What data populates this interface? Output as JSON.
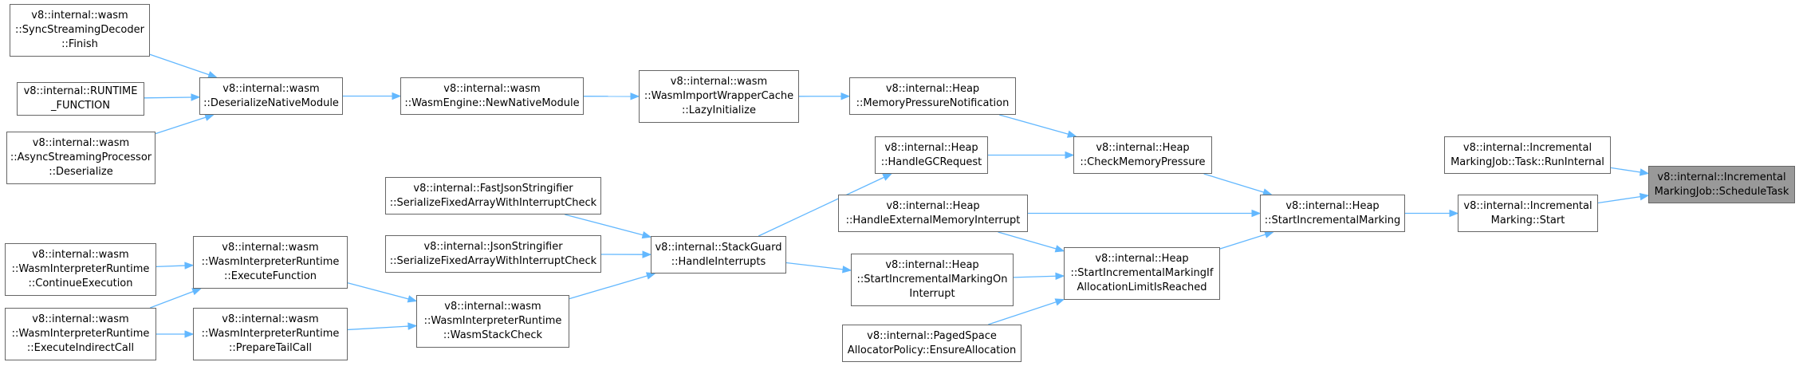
{
  "colors": {
    "edge": "#63b8ff",
    "node_border": "#666666",
    "node_fill": "#ffffff",
    "focus_fill": "#999999"
  },
  "nodes": [
    {
      "id": "n01",
      "name": "node-sync-streaming-decoder-finish",
      "lines": [
        "v8::internal::wasm",
        "::SyncStreamingDecoder",
        "::Finish"
      ]
    },
    {
      "id": "n02",
      "name": "node-runtime-function",
      "lines": [
        "v8::internal::RUNTIME",
        "_FUNCTION"
      ]
    },
    {
      "id": "n03",
      "name": "node-async-streaming-processor-deserialize",
      "lines": [
        "v8::internal::wasm",
        "::AsyncStreamingProcessor",
        "::Deserialize"
      ]
    },
    {
      "id": "n04",
      "name": "node-deserialize-native-module",
      "lines": [
        "v8::internal::wasm",
        "::DeserializeNativeModule"
      ]
    },
    {
      "id": "n05",
      "name": "node-wasm-engine-new-native-module",
      "lines": [
        "v8::internal::wasm",
        "::WasmEngine::NewNativeModule"
      ]
    },
    {
      "id": "n06",
      "name": "node-wasm-import-wrapper-cache-lazy-initialize",
      "lines": [
        "v8::internal::wasm",
        "::WasmImportWrapperCache",
        "::LazyInitialize"
      ]
    },
    {
      "id": "n07",
      "name": "node-heap-memory-pressure-notification",
      "lines": [
        "v8::internal::Heap",
        "::MemoryPressureNotification"
      ]
    },
    {
      "id": "n08",
      "name": "node-heap-handle-gc-request",
      "lines": [
        "v8::internal::Heap",
        "::HandleGCRequest"
      ]
    },
    {
      "id": "n09",
      "name": "node-heap-check-memory-pressure",
      "lines": [
        "v8::internal::Heap",
        "::CheckMemoryPressure"
      ]
    },
    {
      "id": "n10",
      "name": "node-fast-json-stringifier-serialize",
      "lines": [
        "v8::internal::FastJsonStringifier",
        "::SerializeFixedArrayWithInterruptCheck"
      ]
    },
    {
      "id": "n11",
      "name": "node-json-stringifier-serialize",
      "lines": [
        "v8::internal::JsonStringifier",
        "::SerializeFixedArrayWithInterruptCheck"
      ]
    },
    {
      "id": "n12",
      "name": "node-stack-guard-handle-interrupts",
      "lines": [
        "v8::internal::StackGuard",
        "::HandleInterrupts"
      ]
    },
    {
      "id": "n13",
      "name": "node-heap-handle-external-memory-interrupt",
      "lines": [
        "v8::internal::Heap",
        "::HandleExternalMemoryInterrupt"
      ]
    },
    {
      "id": "n14",
      "name": "node-heap-start-incremental-marking",
      "lines": [
        "v8::internal::Heap",
        "::StartIncrementalMarking"
      ]
    },
    {
      "id": "n15",
      "name": "node-interpreter-continue-execution",
      "lines": [
        "v8::internal::wasm",
        "::WasmInterpreterRuntime",
        "::ContinueExecution"
      ]
    },
    {
      "id": "n16",
      "name": "node-interpreter-execute-function",
      "lines": [
        "v8::internal::wasm",
        "::WasmInterpreterRuntime",
        "::ExecuteFunction"
      ]
    },
    {
      "id": "n17",
      "name": "node-interpreter-wasm-stack-check",
      "lines": [
        "v8::internal::wasm",
        "::WasmInterpreterRuntime",
        "::WasmStackCheck"
      ]
    },
    {
      "id": "n18",
      "name": "node-interpreter-execute-indirect-call",
      "lines": [
        "v8::internal::wasm",
        "::WasmInterpreterRuntime",
        "::ExecuteIndirectCall"
      ]
    },
    {
      "id": "n19",
      "name": "node-interpreter-prepare-tail-call",
      "lines": [
        "v8::internal::wasm",
        "::WasmInterpreterRuntime",
        "::PrepareTailCall"
      ]
    },
    {
      "id": "n20",
      "name": "node-heap-start-incremental-marking-on-interrupt",
      "lines": [
        "v8::internal::Heap",
        "::StartIncrementalMarkingOn",
        "Interrupt"
      ]
    },
    {
      "id": "n21",
      "name": "node-heap-start-incremental-marking-if-allocation-limit",
      "lines": [
        "v8::internal::Heap",
        "::StartIncrementalMarkingIf",
        "AllocationLimitIsReached"
      ]
    },
    {
      "id": "n22",
      "name": "node-paged-space-ensure-allocation",
      "lines": [
        "v8::internal::PagedSpace",
        "AllocatorPolicy::EnsureAllocation"
      ]
    },
    {
      "id": "n23",
      "name": "node-incremental-marking-job-task-run-internal",
      "lines": [
        "v8::internal::Incremental",
        "MarkingJob::Task::RunInternal"
      ]
    },
    {
      "id": "n24",
      "name": "node-incremental-marking-start",
      "lines": [
        "v8::internal::Incremental",
        "Marking::Start"
      ]
    },
    {
      "id": "n25",
      "name": "node-incremental-marking-job-schedule-task",
      "lines": [
        "v8::internal::Incremental",
        "MarkingJob::ScheduleTask"
      ],
      "focus": true
    }
  ],
  "edges": [
    [
      "n01",
      "n04"
    ],
    [
      "n02",
      "n04"
    ],
    [
      "n03",
      "n04"
    ],
    [
      "n04",
      "n05"
    ],
    [
      "n05",
      "n06"
    ],
    [
      "n06",
      "n07"
    ],
    [
      "n07",
      "n09"
    ],
    [
      "n08",
      "n09"
    ],
    [
      "n09",
      "n14"
    ],
    [
      "n12",
      "n08"
    ],
    [
      "n10",
      "n12"
    ],
    [
      "n11",
      "n12"
    ],
    [
      "n17",
      "n12"
    ],
    [
      "n12",
      "n20"
    ],
    [
      "n13",
      "n14"
    ],
    [
      "n13",
      "n21"
    ],
    [
      "n20",
      "n21"
    ],
    [
      "n22",
      "n21"
    ],
    [
      "n21",
      "n14"
    ],
    [
      "n14",
      "n24"
    ],
    [
      "n24",
      "n25"
    ],
    [
      "n23",
      "n25"
    ],
    [
      "n15",
      "n16"
    ],
    [
      "n18",
      "n16"
    ],
    [
      "n18",
      "n19"
    ],
    [
      "n16",
      "n17"
    ],
    [
      "n19",
      "n17"
    ]
  ]
}
